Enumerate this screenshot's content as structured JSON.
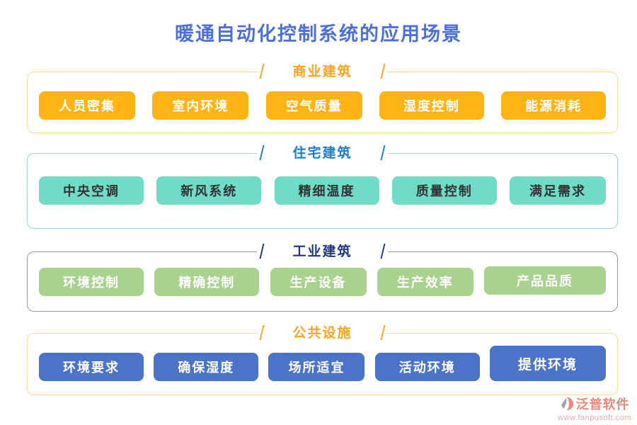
{
  "title": "暖通自动化控制系统的应用场景",
  "colors": {
    "title_text": "#4D6FDA",
    "commercial_header": "#FFA41C",
    "commercial_border": "#FFDD95",
    "commercial_button": "#FFB413",
    "residential_header": "#1B7DD0",
    "residential_border": "#A2CFE8",
    "residential_button": "#6FDCC6",
    "residential_button_text": "#333333",
    "industrial_header": "#22397F",
    "industrial_border": "#979797",
    "industrial_button": "#A8D28D",
    "public_header": "#FFA41C",
    "public_border": "#FFDE8E",
    "public_button": "#4B74C9",
    "brand_text": "#E8897B"
  },
  "sections": [
    {
      "title": "商业建筑",
      "items": [
        "人员密集",
        "室内环境",
        "空气质量",
        "湿度控制",
        "能源消耗"
      ]
    },
    {
      "title": "住宅建筑",
      "items": [
        "中央空调",
        "新风系统",
        "精细温度",
        "质量控制",
        "满足需求"
      ]
    },
    {
      "title": "工业建筑",
      "items": [
        "环境控制",
        "精确控制",
        "生产设备",
        "生产效率",
        "产品品质"
      ]
    },
    {
      "title": "公共设施",
      "items": [
        "环境要求",
        "确保湿度",
        "场所适宜",
        "活动环境",
        "提供环境"
      ]
    }
  ],
  "footer": {
    "brand": "泛普软件",
    "website": "www.fanpusoft.com"
  }
}
